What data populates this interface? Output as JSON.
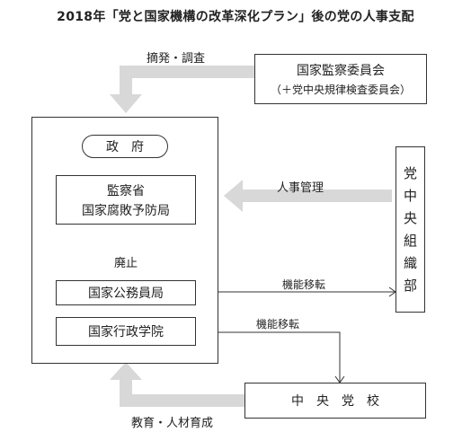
{
  "title": "2018年「党と国家機構の改革深化プラン」後の党の人事支配",
  "labels": {
    "tekihatsu": "摘発・調査",
    "jinji_kanri": "人事管理",
    "haishi": "廃止",
    "kino_iten_1": "機能移転",
    "kino_iten_2": "機能移転",
    "kyoiku": "教育・人材育成"
  },
  "boxes": {
    "supervision_commission": {
      "line1": "国家監察委員会",
      "line2": "（＋党中央規律検査委員会）"
    },
    "government": "政　府",
    "audit": {
      "line1": "監察省",
      "line2": "国家腐敗予防局"
    },
    "civil_service": "国家公務員局",
    "admin_academy": "国家行政学院",
    "central_party_school": "中　央　党　校",
    "organization_dept": [
      "党",
      "中",
      "央",
      "組",
      "織",
      "部"
    ]
  }
}
